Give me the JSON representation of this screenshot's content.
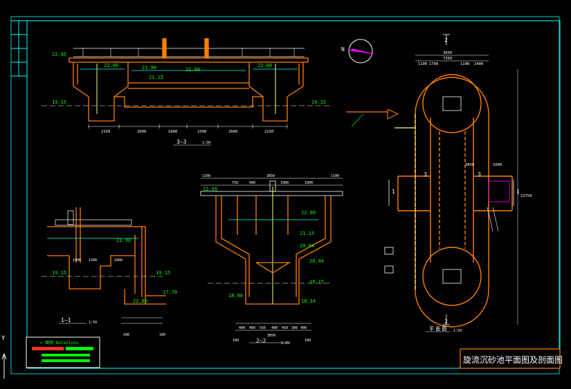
{
  "drawing": {
    "title": "旋流沉砂池平面图及剖面图",
    "colors": {
      "background": "#000000",
      "border": "#00ffff",
      "structure": "#ff8000",
      "text": "#ffffff",
      "level": "#00ff00",
      "water": "#00ffff",
      "pipe": "#ffff80",
      "accent": "#ff00ff",
      "red": "#ff3030"
    }
  },
  "section_33": {
    "caption": "3—3",
    "scale": "1:50",
    "levels": [
      "22.95",
      "22.00",
      "21.90",
      "21.15",
      "21.80",
      "22.00",
      "19.15",
      "19.15"
    ],
    "dims": [
      "2150",
      "2000",
      "1800",
      "1500",
      "2000",
      "2150"
    ]
  },
  "section_11": {
    "caption": "1—1",
    "scale": "1:50",
    "levels": [
      "21.90",
      "19.15",
      "17.70",
      "22.80"
    ],
    "dims": [
      "1000",
      "1500",
      "1000",
      "100",
      "100"
    ]
  },
  "section_22": {
    "caption": "2—2",
    "scale": "1:25",
    "levels": [
      "22.95",
      "22.00",
      "21.15",
      "20.84",
      "20.04",
      "19.15",
      "18.34",
      "18.00"
    ],
    "dims_top": [
      "1100",
      "3850",
      "1100",
      "750",
      "400",
      "1000",
      "1000"
    ],
    "dims_bottom": [
      "400",
      "400",
      "550",
      "400",
      "450",
      "300",
      "400"
    ],
    "dims_total": "3850",
    "dims_side": [
      "100",
      "100"
    ]
  },
  "plan": {
    "caption": "平 面 图",
    "scale": "1:50",
    "dims_top": [
      "3950",
      "7350",
      "1100",
      "1700",
      "1100",
      "2400"
    ],
    "dims_side": [
      "12750",
      "3850",
      "1000"
    ],
    "markers": [
      "1",
      "1",
      "2",
      "2",
      "3",
      "3"
    ]
  },
  "legend": {
    "title": "= 图例 Notations"
  },
  "north": {
    "label": "N"
  },
  "ucs": {
    "label": "Y"
  }
}
